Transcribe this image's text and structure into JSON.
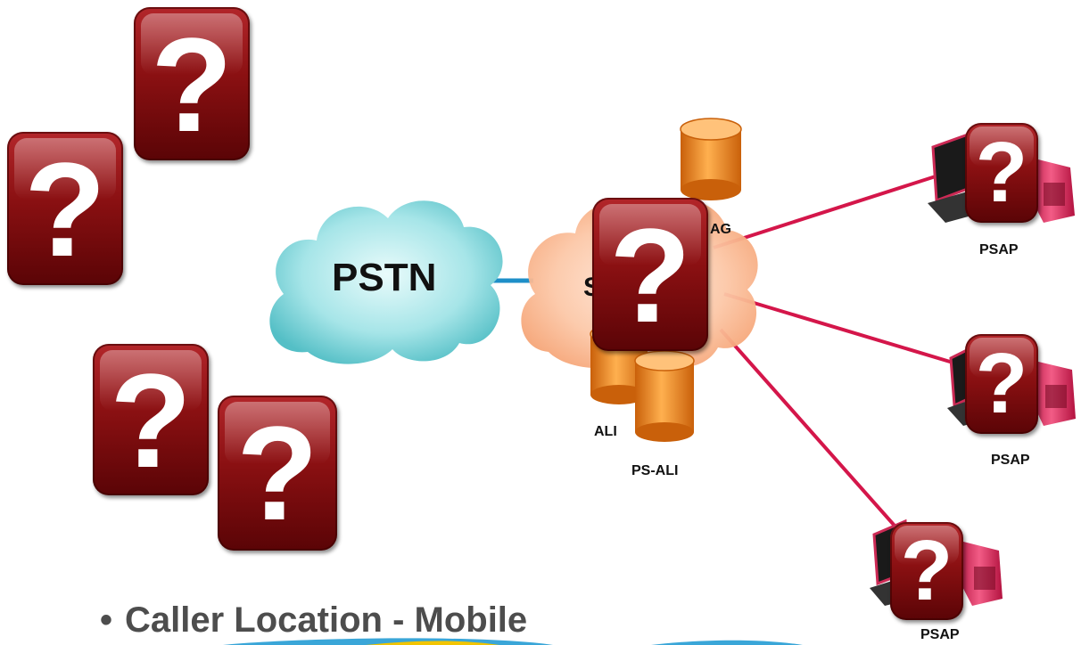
{
  "cloud_left": {
    "label": "PSTN"
  },
  "cloud_right": {
    "label": "S"
  },
  "db_labels": {
    "top": "AG",
    "left": "ALI",
    "bottom": "PS-ALI"
  },
  "psap_labels": [
    "PSAP",
    "PSAP",
    "PSAP"
  ],
  "unknown_glyph": "?",
  "bullet": {
    "symbol": "•",
    "text": "Caller Location - Mobile"
  },
  "colors": {
    "link_red": "#d4164a",
    "link_blue": "#1e8fc8",
    "unknown_red": "#8a1012",
    "db_orange": "#f08a1c"
  }
}
